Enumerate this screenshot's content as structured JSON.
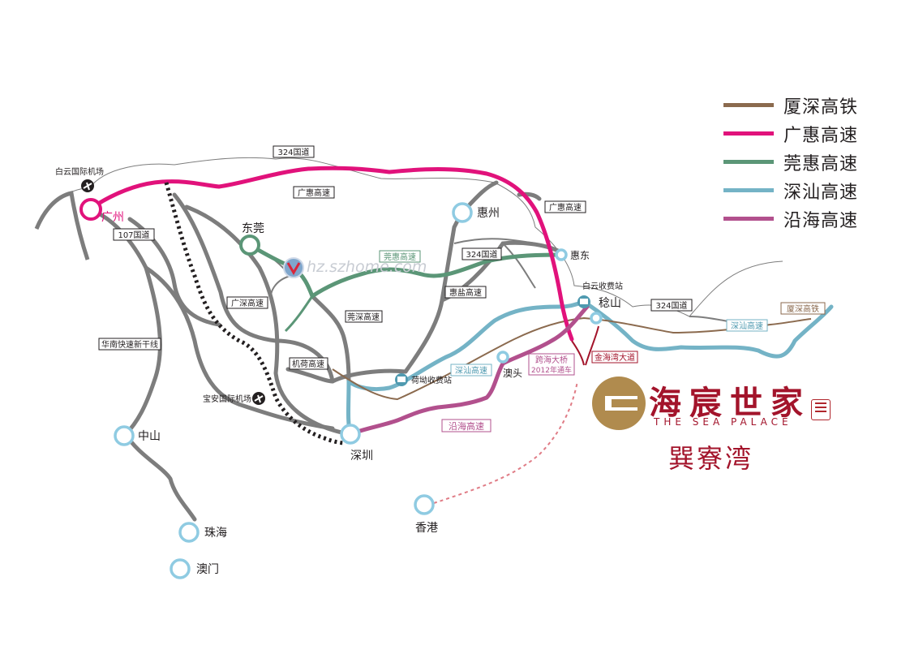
{
  "colors": {
    "xiashen_rail": "#8b6a4e",
    "guanghui": "#e1127b",
    "guanhui": "#5b9677",
    "shenshan": "#74b3c6",
    "coastal": "#b2508d",
    "road": "#7d7d7d",
    "city_ring": "#8fcbe2",
    "brand_gold": "#b08b4e",
    "brand_red": "#a3142b"
  },
  "legend": [
    {
      "label": "厦深高铁",
      "color_key": "xiashen_rail"
    },
    {
      "label": "广惠高速",
      "color_key": "guanghui"
    },
    {
      "label": "莞惠高速",
      "color_key": "guanhui"
    },
    {
      "label": "深汕高速",
      "color_key": "shenshan"
    },
    {
      "label": "沿海高速",
      "color_key": "coastal"
    }
  ],
  "cities": {
    "guangzhou": "广州",
    "dongguan": "东莞",
    "huizhou": "惠州",
    "huidong": "惠东",
    "renshan": "稔山",
    "shenzhen": "深圳",
    "aotou": "澳头",
    "zhongshan": "中山",
    "zhuhai": "珠海",
    "macau": "澳门",
    "hongkong": "香港"
  },
  "airports": {
    "baiyun": "白云国际机场",
    "baoan": "宝安国际机场"
  },
  "toll_stations": {
    "baiyun": "白云收费站",
    "hekeng": "荷坳收费站"
  },
  "road_labels": {
    "g324_top": "324国道",
    "guanghui_top": "广惠高速",
    "guanghui_right": "广惠高速",
    "g107": "107国道",
    "g324_mid": "324国道",
    "guanhui": "莞惠高速",
    "huiyan": "惠盐高速",
    "guangshen": "广深高速",
    "guanshen": "莞深高速",
    "jihe": "机荷高速",
    "huanan": "华南快速新干线",
    "shenshan_mid": "深汕高速",
    "coastal": "沿海高速",
    "g324_east": "324国道",
    "xiashen": "厦深高铁",
    "shenshan_east": "深汕高速",
    "jinhaiwan": "金海湾大道",
    "bridge_l1": "跨海大桥",
    "bridge_l2": "2012年通车"
  },
  "watermark": "hz.szhome.com",
  "brand": {
    "name": "海宸世家",
    "english": "THE SEA PALACE",
    "subtitle": "巽寮湾"
  }
}
